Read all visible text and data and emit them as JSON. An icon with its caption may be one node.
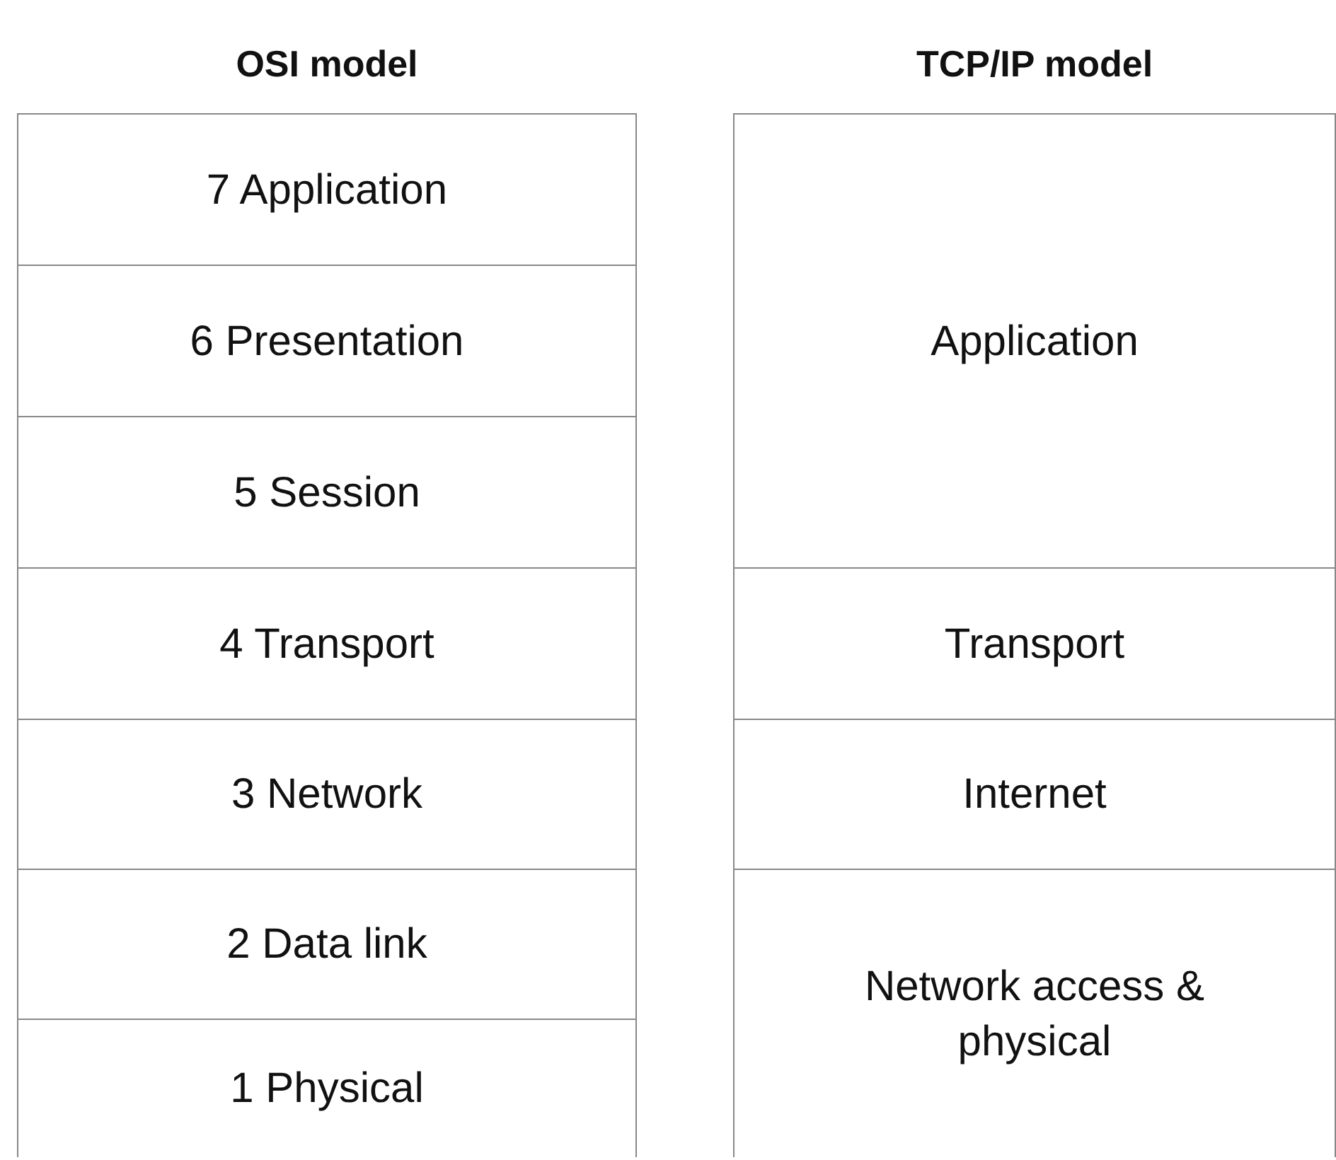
{
  "diagram": {
    "nodes": [
      {
        "text": [
          "OSI model"
        ]
      },
      {
        "text": [
          "7 Application"
        ],
        "in": 0
      },
      {
        "text": [
          "6 Presentation"
        ],
        "in": 0
      },
      {
        "text": [
          "5 Session"
        ],
        "in": 0
      },
      {
        "text": [
          "4 Transport"
        ],
        "in": 0
      },
      {
        "text": [
          "3 Network"
        ],
        "in": 0
      },
      {
        "text": [
          "2 Data link"
        ],
        "in": 0
      },
      {
        "text": [
          "1 Physical"
        ],
        "in": 0
      },
      {
        "text": [
          "TCP/IP model"
        ]
      },
      {
        "text": [
          "Application"
        ],
        "in": 8
      },
      {
        "text": [
          "Transport"
        ],
        "in": 8
      },
      {
        "text": [
          "Internet"
        ],
        "in": 8
      },
      {
        "text": [
          "Network access & physical"
        ],
        "in": 8
      }
    ]
  }
}
